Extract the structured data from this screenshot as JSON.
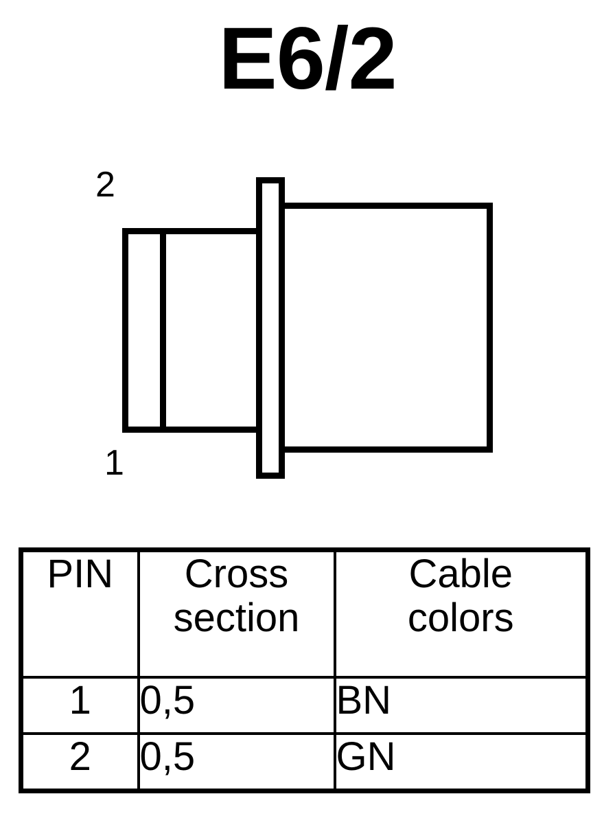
{
  "title": "E6/2",
  "drawing": {
    "name": "connector-side-view",
    "pin_labels": [
      {
        "id": "2",
        "position": "top-left"
      },
      {
        "id": "1",
        "position": "bottom-left"
      }
    ],
    "stroke_color": "#000000",
    "fill_color": "#ffffff"
  },
  "table": {
    "headers": {
      "pin": {
        "line1": "PIN",
        "line2": ""
      },
      "cross_section": {
        "line1": "Cross",
        "line2": "section"
      },
      "cable_colors": {
        "line1": "Cable",
        "line2": "colors"
      }
    },
    "rows": [
      {
        "pin": "1",
        "cross_section": "0,5",
        "cable_color": "BN"
      },
      {
        "pin": "2",
        "cross_section": "0,5",
        "cable_color": "GN"
      }
    ]
  }
}
